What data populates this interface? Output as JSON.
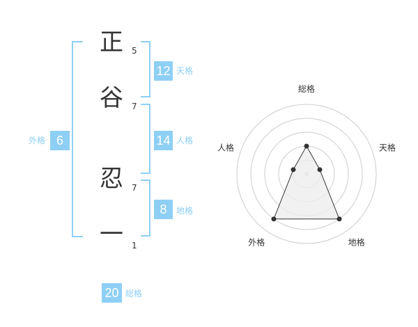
{
  "name": {
    "characters": [
      {
        "char": "正",
        "strokes": "5"
      },
      {
        "char": "谷",
        "strokes": "7"
      },
      {
        "char": "忍",
        "strokes": "7"
      },
      {
        "char": "一",
        "strokes": "1"
      }
    ]
  },
  "fortunes": {
    "tenkaku": {
      "label": "天格",
      "value": "12"
    },
    "jinkaku": {
      "label": "人格",
      "value": "14"
    },
    "chikaku": {
      "label": "地格",
      "value": "8"
    },
    "gaikaku": {
      "label": "外格",
      "value": "6"
    },
    "soukaku": {
      "label": "総格",
      "value": "20"
    }
  },
  "radar": {
    "axes": [
      "総格",
      "天格",
      "地格",
      "外格",
      "人格"
    ],
    "levels": 5,
    "values": [
      2,
      1,
      4,
      4,
      1
    ],
    "colors": {
      "ring": "#cccccc",
      "fill": "#eeeeee",
      "line": "#333333",
      "point": "#333333"
    }
  },
  "colors": {
    "accent": "#8ecff5",
    "text": "#333333"
  }
}
